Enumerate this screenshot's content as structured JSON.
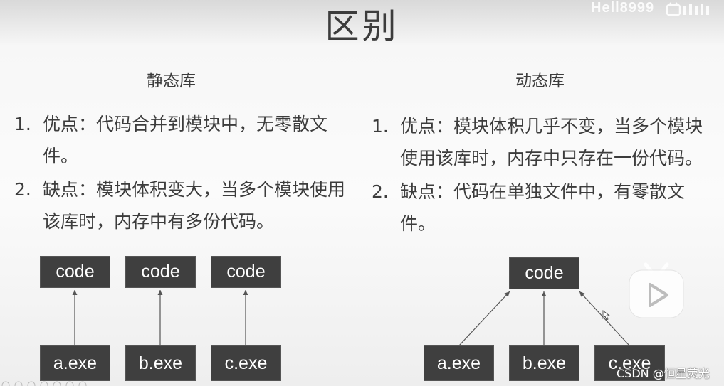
{
  "title": "区别",
  "watermark": {
    "text": "Hell8999",
    "logo": "bilibili"
  },
  "left": {
    "heading": "静态库",
    "items": [
      {
        "num": "1.",
        "text": "优点：代码合并到模块中，无零散文件。"
      },
      {
        "num": "2.",
        "text": "缺点：模块体积变大，当多个模块使用该库时，内存中有多份代码。"
      }
    ],
    "diagram": {
      "code_labels": [
        "code",
        "code",
        "code"
      ],
      "exe_labels": [
        "a.exe",
        "b.exe",
        "c.exe"
      ]
    }
  },
  "right": {
    "heading": "动态库",
    "items": [
      {
        "num": "1.",
        "text": "优点：模块体积几乎不变，当多个模块使用该库时，内存中只存在一份代码。"
      },
      {
        "num": "2.",
        "text": "缺点：代码在单独文件中，有零散文件。"
      }
    ],
    "diagram": {
      "code_label": "code",
      "exe_labels": [
        "a.exe",
        "b.exe",
        "c.exe"
      ]
    }
  },
  "overlay": {
    "play_icon": "play-button-icon",
    "csdn_text": "CSDN @恒星荧光"
  }
}
